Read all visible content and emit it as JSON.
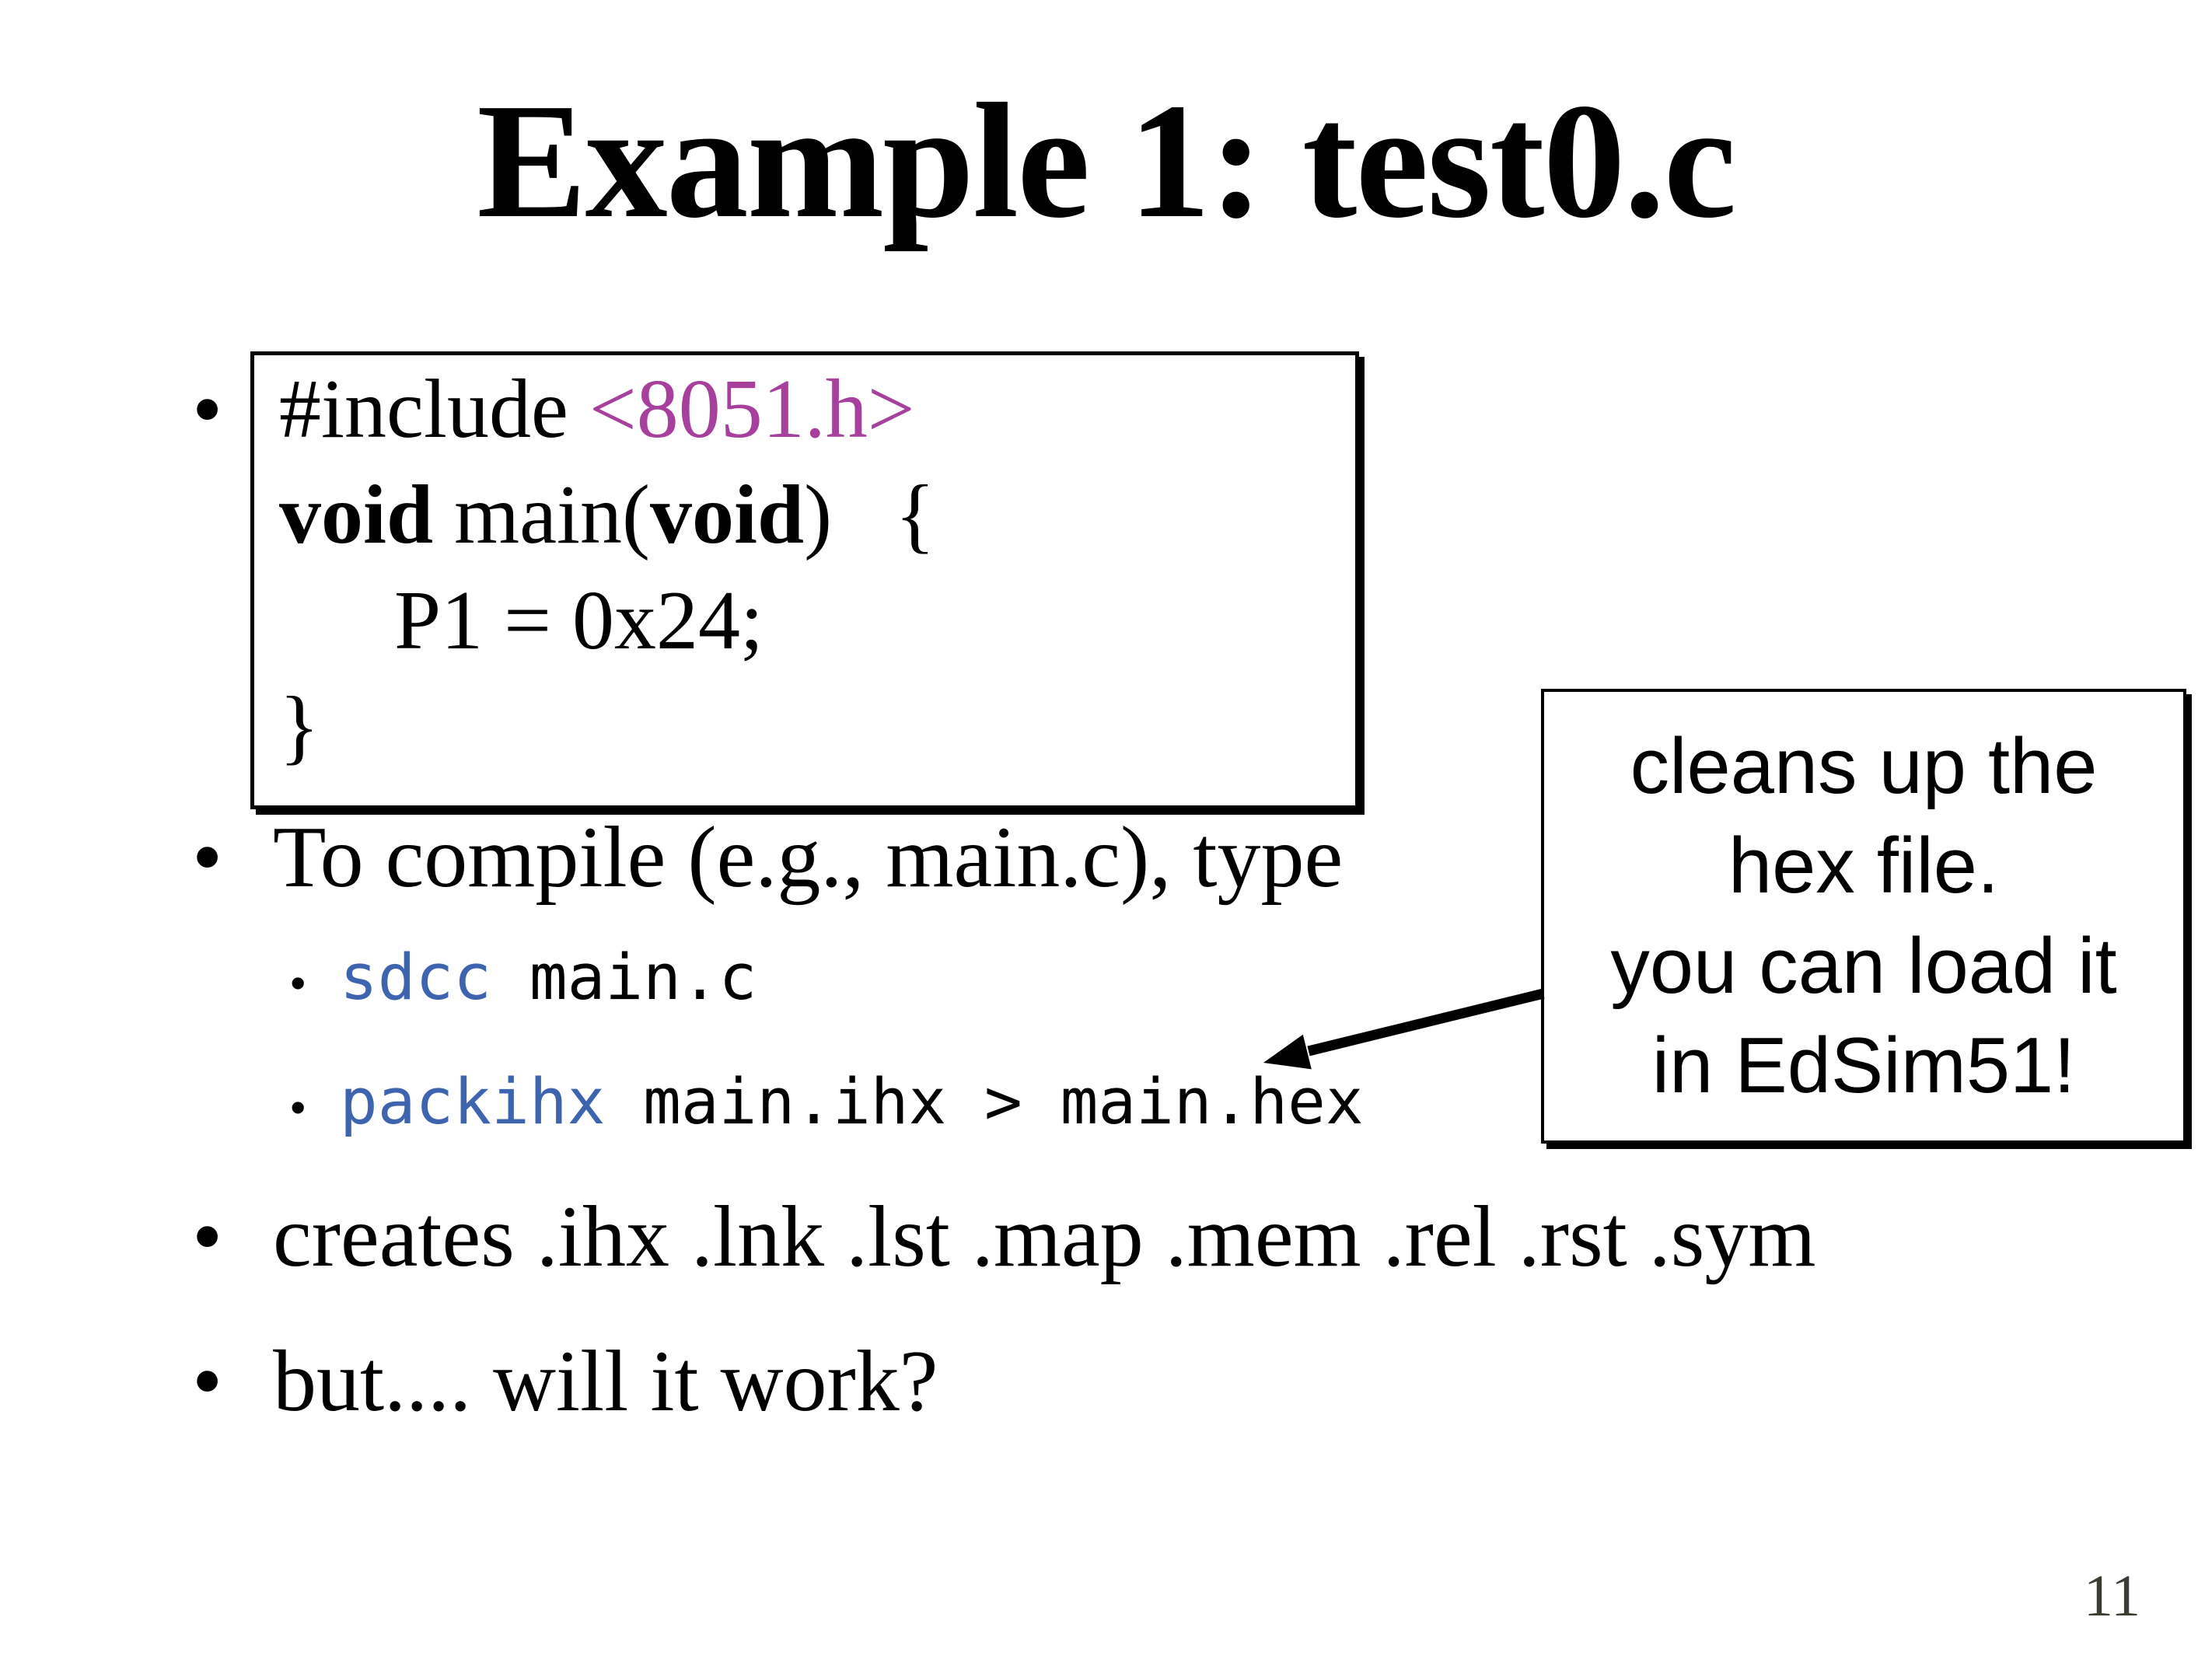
{
  "slide": {
    "title": "Example 1: test0.c",
    "bullet_char": "•",
    "code_box": {
      "line1": {
        "directive": "#include ",
        "header": "<8051.h>"
      },
      "line2": {
        "kw1": "void",
        "mid": " main(",
        "kw2": "void",
        "end": ")   {"
      },
      "line3": "P1 = 0x24;",
      "line4": "}"
    },
    "bullets": {
      "compile": "To compile (e.g., main.c), type",
      "creates": "creates .ihx .lnk .lst .map .mem .rel .rst .sym",
      "work": "but.... will it work?"
    },
    "commands": [
      {
        "cmd": "sdcc",
        "args": " main.c"
      },
      {
        "cmd": "packihx",
        "args": " main.ihx > main.hex"
      }
    ],
    "callout": {
      "line1": "cleans up the",
      "line2": "hex file.",
      "line3": "you can load it",
      "line4": "in EdSim51!"
    },
    "page_number": "11",
    "colors": {
      "header_purple": "#A6409C",
      "command_blue": "#3E64B0"
    }
  }
}
